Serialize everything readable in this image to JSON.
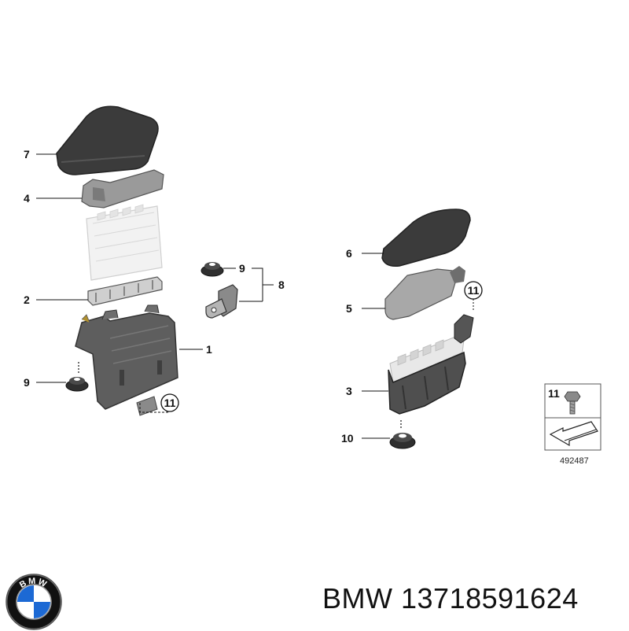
{
  "callouts": {
    "c7": "7",
    "c4": "4",
    "c2": "2",
    "c9a": "9",
    "c9b": "9",
    "c8": "8",
    "c1": "1",
    "c11a": "11",
    "c6": "6",
    "c5": "5",
    "c11b": "11",
    "c3": "3",
    "c10": "10"
  },
  "inset": {
    "number": "11",
    "diagram_id": "492487"
  },
  "logo": {
    "text": "BMW",
    "colors": {
      "blue": "#1c69d4",
      "ring": "#111111",
      "white": "#ffffff"
    }
  },
  "footer": {
    "brand": "BMW",
    "part_number": "13718591624"
  }
}
